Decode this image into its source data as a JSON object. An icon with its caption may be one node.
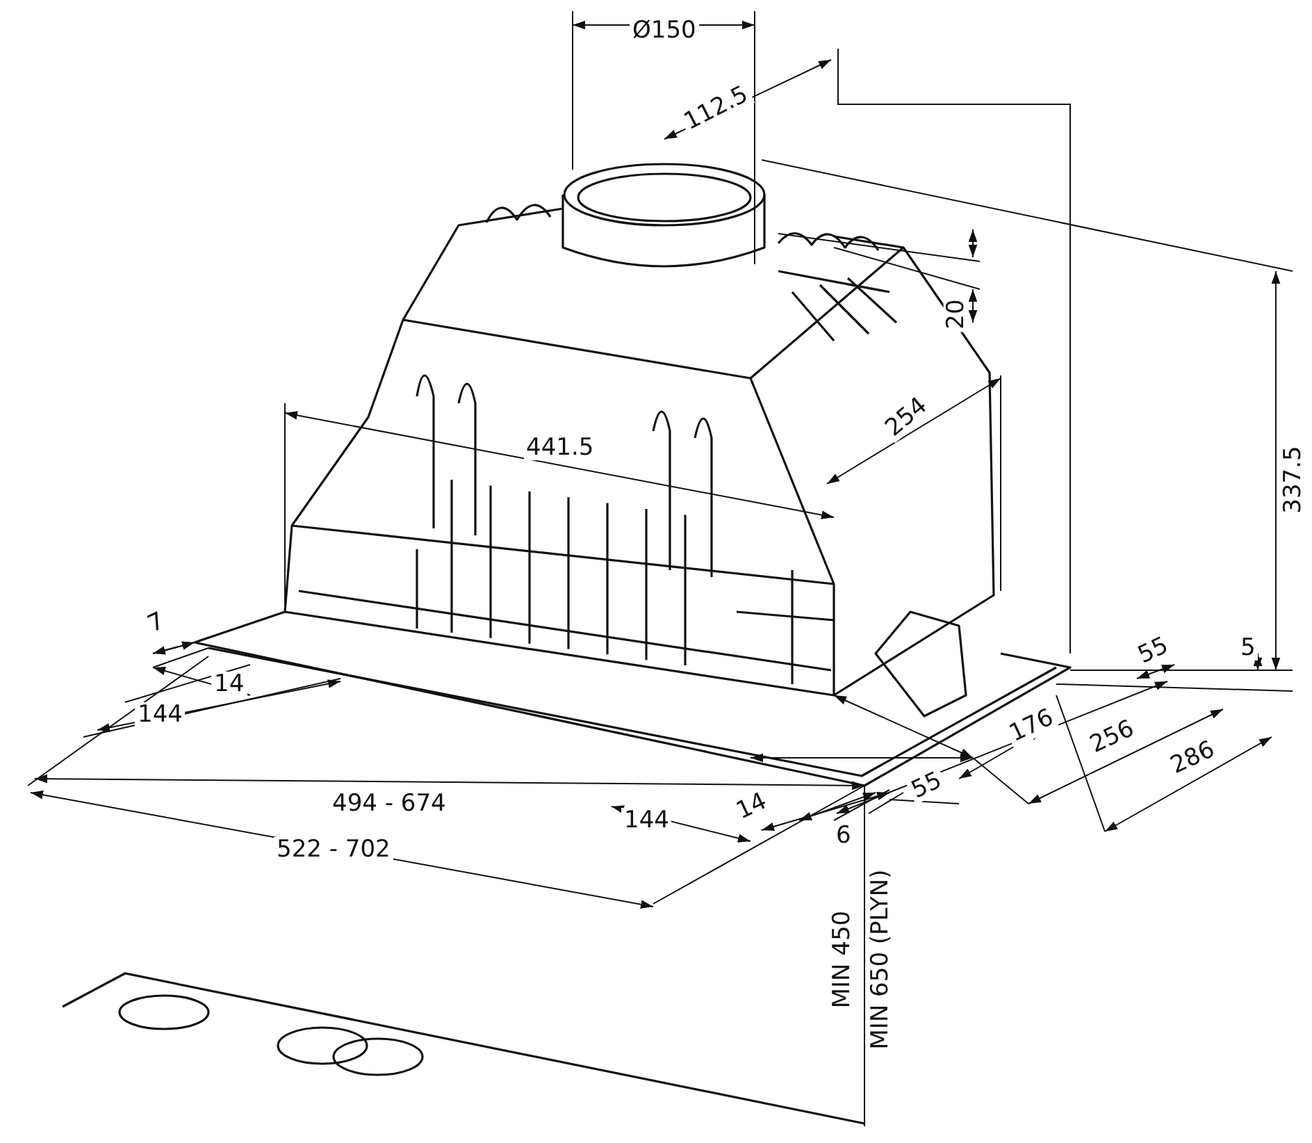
{
  "diagram": {
    "labels": [
      "Ø150",
      "112.5",
      "20",
      "441.5",
      "254",
      "337.5",
      "7",
      "55",
      "5",
      "14",
      "176",
      "144",
      "256",
      "286",
      "494 - 674",
      "55",
      "144",
      "14",
      "522 - 702",
      "6",
      "MIN 450",
      "MIN 650 (PLYN)"
    ]
  }
}
